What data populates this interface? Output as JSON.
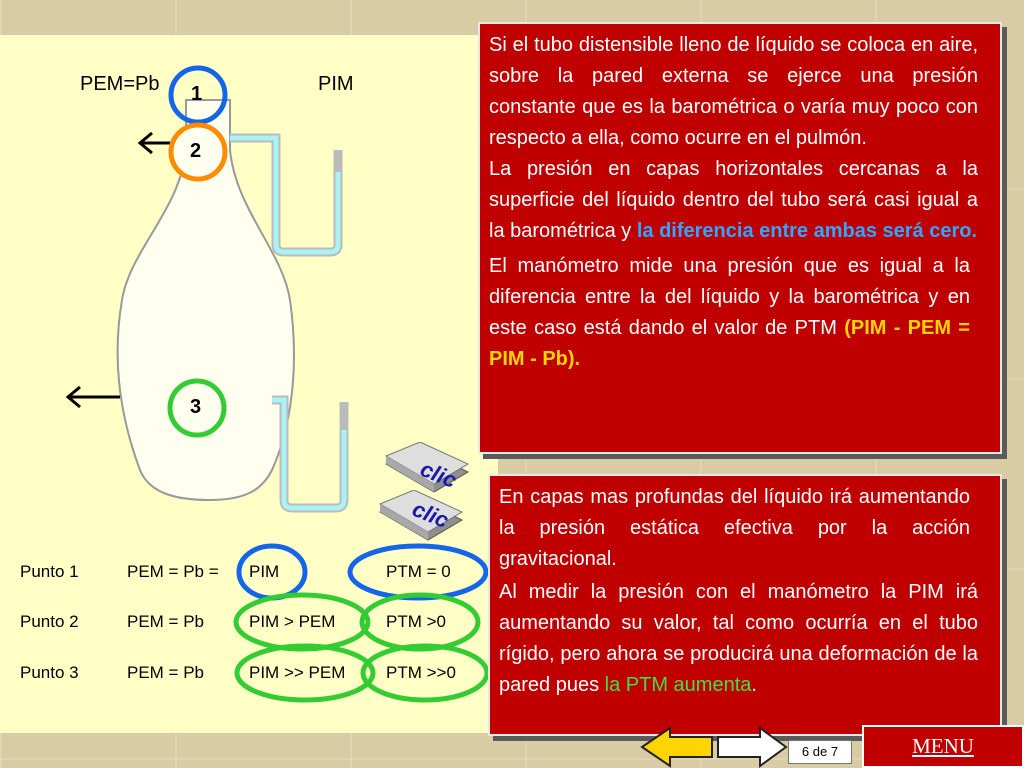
{
  "diagram": {
    "label_pem": "PEM=Pb",
    "label_pim": "PIM",
    "point_labels": [
      "1",
      "2",
      "3"
    ]
  },
  "rows": [
    {
      "punto": "Punto 1",
      "pem": "PEM = Pb =",
      "pim": "PIM",
      "ptm": "PTM = 0"
    },
    {
      "punto": "Punto 2",
      "pem": "PEM = Pb",
      "pim": "PIM > PEM",
      "ptm": "PTM >0"
    },
    {
      "punto": "Punto 3",
      "pem": "PEM = Pb",
      "pim": "PIM >> PEM",
      "ptm": "PTM >>0"
    }
  ],
  "box_top": {
    "p1": "Si el tubo distensible lleno de líquido se coloca en aire, sobre la pared externa se ejerce una presión constante que es la barométrica o varía muy poco con respecto a ella, como ocurre en el pulmón.",
    "p2_text": "La presión en capas horizontales cercanas a la superficie del líquido dentro del tubo será casi igual a la barométrica  y ",
    "p2_highlight": "la diferencia entre ambas será cero.",
    "p3_text": "El manómetro mide una presión que es igual a la diferencia entre la del líquido y la barométrica y en este caso está dando el valor de PTM ",
    "p3_highlight": "(PIM - PEM = PIM - Pb)."
  },
  "box_bottom": {
    "p1": "En capas mas profundas del líquido irá aumentando la presión estática efectiva por la acción gravitacional.",
    "p2_text": "Al medir la presión con el manómetro la PIM irá aumentando su valor, tal como ocurría en el tubo rígido, pero ahora se producirá una deformación de la pared pues ",
    "p2_highlight": "la PTM aumenta",
    "p2_end": "."
  },
  "buttons": {
    "clic_1": "clic",
    "clic_2": "clic"
  },
  "footer": {
    "page": "6 de 7",
    "menu": "MENU"
  },
  "colors": {
    "box_red": "#c00000",
    "pale_yellow": "#ffffc6",
    "circle_blue": "#1565e8",
    "circle_orange": "#ff8c00",
    "circle_green": "#33cc33"
  }
}
